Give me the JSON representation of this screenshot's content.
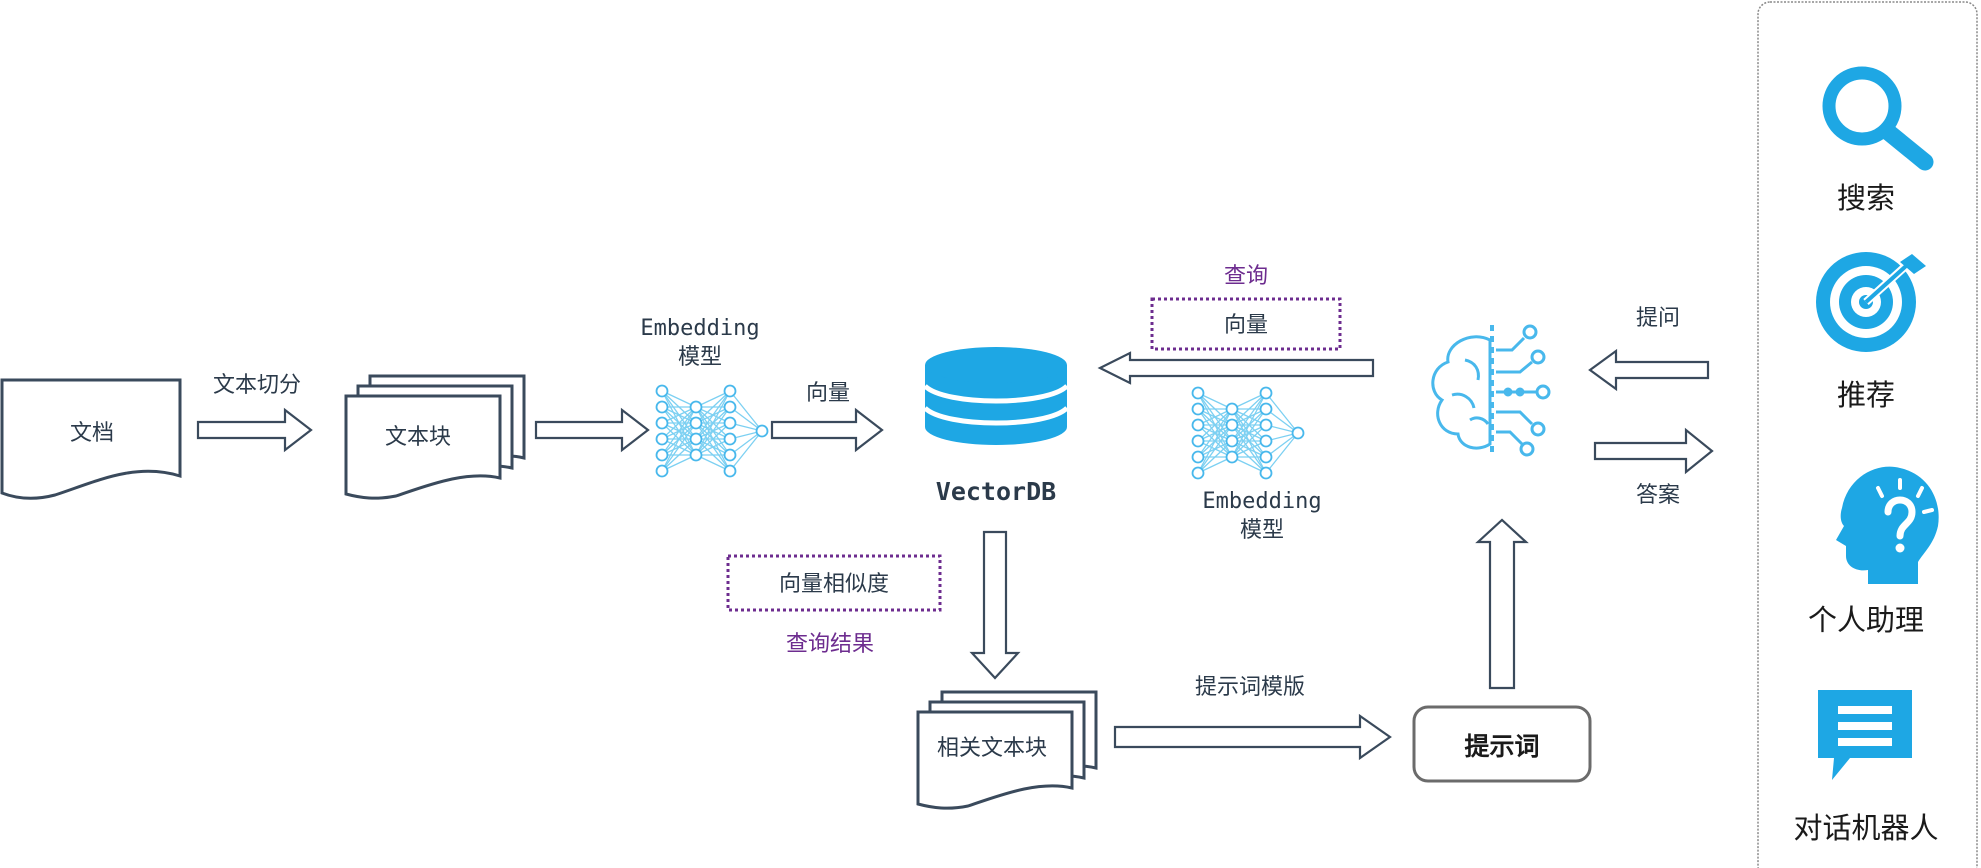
{
  "nodes": {
    "document": "文档",
    "text_chunks": "文本块",
    "embedding_left": [
      "Embedding",
      "模型"
    ],
    "vectordb": "VectorDB",
    "embedding_right": [
      "Embedding",
      "模型"
    ],
    "related_chunks": "相关文本块",
    "prompt": "提示词"
  },
  "labels": {
    "text_split": "文本切分",
    "vector_left": "向量",
    "query": "查询",
    "query_vector": "向量",
    "ask": "提问",
    "answer": "答案",
    "similarity": "向量相似度",
    "query_result": "查询结果",
    "prompt_template": "提示词模版"
  },
  "sidebar": {
    "items": [
      {
        "label": "搜索",
        "icon": "search-icon"
      },
      {
        "label": "推荐",
        "icon": "target-icon"
      },
      {
        "label": "个人助理",
        "icon": "thinking-head-icon"
      },
      {
        "label": "对话机器人",
        "icon": "chat-bubble-icon"
      }
    ]
  },
  "colors": {
    "accent_blue": "#1ea7e4",
    "light_blue": "#48b8ec",
    "outline": "#3a4a5c",
    "purple": "#6d2c8f"
  }
}
